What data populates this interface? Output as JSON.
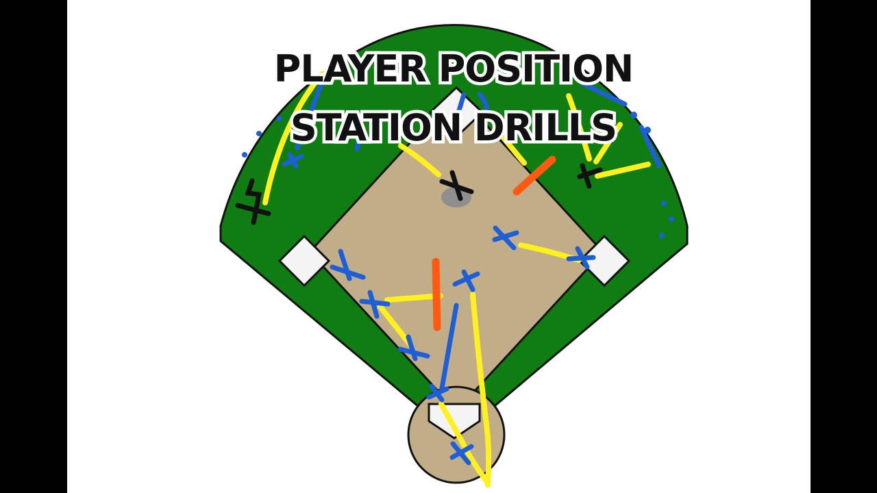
{
  "title": {
    "line1": "PLAYER POSITION",
    "line2": "STATION DRILLS"
  },
  "colors": {
    "grass": "#0f7d12",
    "infield_dirt": "#c2ad89",
    "outline": "#111111",
    "base": "#f4f4f4",
    "player_marker": "#1f5fd6",
    "path_yellow": "#fff01f",
    "path_orange": "#ff5a12",
    "coach_marker": "#111111",
    "mound": "#8f8f8f",
    "letterbox": "#000000",
    "background": "#ffffff"
  },
  "icons": [
    "cross-marker",
    "home-plate",
    "base-bag",
    "pitchers-mound"
  ]
}
